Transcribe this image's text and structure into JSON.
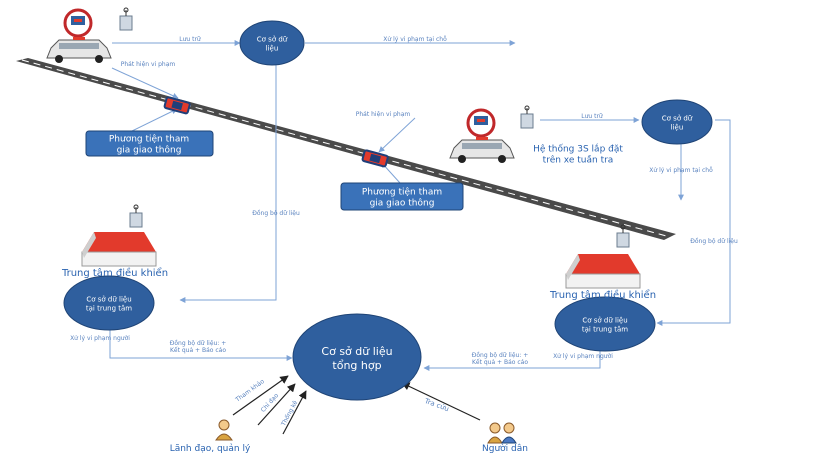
{
  "colors": {
    "accent_blue": "#3a72b9",
    "ellipse_fill": "#2f5f9e",
    "ellipse_stroke": "#1f4476",
    "road": "#4a4a4a",
    "roof_red": "#e23a2c",
    "text_blue": "#2a63b0",
    "connector": "#7ea3d6"
  },
  "nodes": {
    "db_top": "Cơ sở dữ liệu",
    "db_right_top": "Cơ sở dữ liệu",
    "db_left_center": "Cơ sở dữ liệu tại trung tâm",
    "db_right_center": "Cơ sở dữ liệu tại trung tâm",
    "db_main": "Cơ sở dữ liệu tổng hợp"
  },
  "boxes": {
    "vehicle_left": "Phương tiện tham gia giao thông",
    "vehicle_mid": "Phương tiện tham gia giao thông"
  },
  "captions": {
    "control_center_left": "Trung tâm điều khiển",
    "control_center_right": "Trung tâm điều khiển",
    "patrol_system": "Hệ thống 3S lắp đặt trên xe tuần tra",
    "leader": "Lãnh đạo, quản lý",
    "citizen": "Người dân"
  },
  "edge_labels": {
    "store_top": "Lưu trữ",
    "process_onsite_top": "Xử lý vi phạm tại chỗ",
    "detect_left": "Phát hiện vi phạm",
    "detect_mid": "Phát hiện vi phạm",
    "store_right": "Lưu trữ",
    "process_onsite_right": "Xử lý vi phạm tại chỗ",
    "sync_left": "Đồng bộ dữ liệu",
    "sync_right": "Đồng bộ dữ liệu",
    "process_people_left": "Xử lý vi phạm người",
    "process_people_right": "Xử lý vi phạm người",
    "sync_report_left": "Đồng bộ dữ liệu: + Kết quả + Báo cáo",
    "sync_report_right": "Đồng bộ dữ liệu: + Kết quả + Báo cáo",
    "lookup": "Tra cứu",
    "leader_a1": "Tham khảo",
    "leader_a2": "Chỉ đạo",
    "leader_a3": "Thống kê"
  },
  "icons": {
    "camera": "camera-icon",
    "patrol_car": "patrol-car-icon",
    "house": "house-icon",
    "person": "person-icon",
    "people": "people-icon",
    "car": "car-icon"
  }
}
